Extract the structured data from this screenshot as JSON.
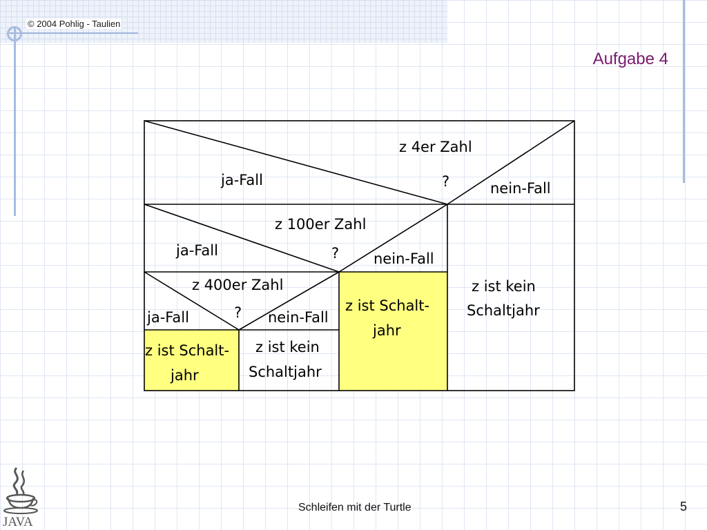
{
  "header": {
    "copyright": "© 2004 Pohlig - Taulien",
    "title": "Aufgabe 4"
  },
  "footer": {
    "text": "Schleifen mit der Turtle",
    "page": "5"
  },
  "logo": {
    "text": "JAVA",
    "icon": "java-coffee-cup-icon"
  },
  "colors": {
    "highlight": "#ffff80",
    "title": "#7a1a6e"
  },
  "diagram": {
    "q1": {
      "condition": "z 4er Zahl",
      "question": "?",
      "yes": "ja-Fall",
      "no": "nein-Fall"
    },
    "q2": {
      "condition": "z 100er Zahl",
      "question": "?",
      "yes": "ja-Fall",
      "no": "nein-Fall"
    },
    "q3": {
      "condition": "z 400er Zahl",
      "question": "?",
      "yes": "ja-Fall",
      "no": "nein-Fall"
    },
    "result_q1_no": {
      "line1": "z ist kein",
      "line2": "Schaltjahr"
    },
    "result_q2_no": {
      "line1": "z ist Schalt-",
      "line2": "jahr"
    },
    "result_q3_yes": {
      "line1": "z ist Schalt-",
      "line2": "jahr"
    },
    "result_q3_no": {
      "line1": "z ist kein",
      "line2": "Schaltjahr"
    }
  }
}
